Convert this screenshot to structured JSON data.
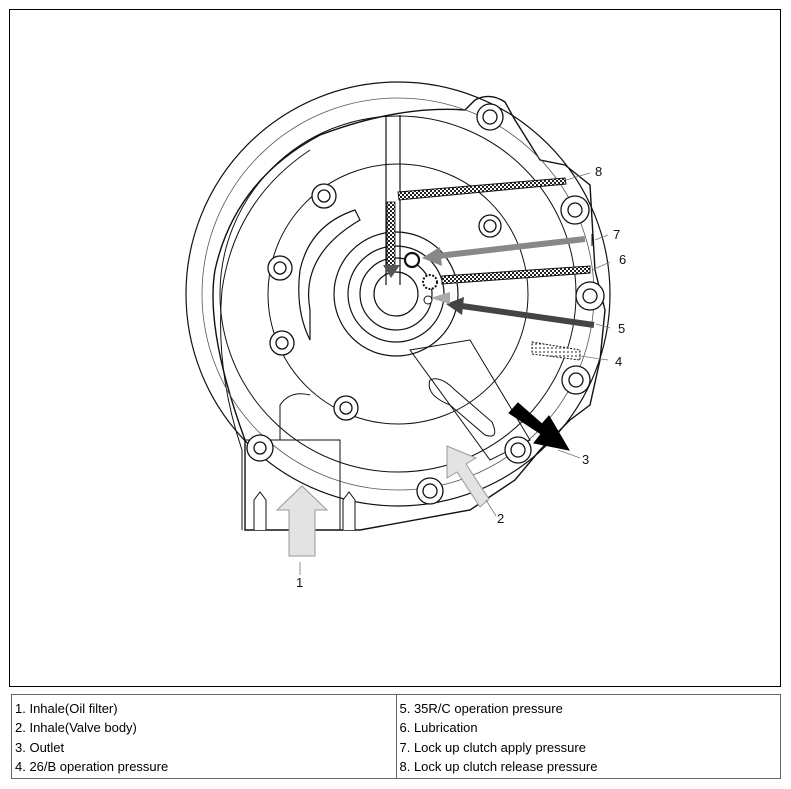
{
  "diagram": {
    "callouts": [
      "1",
      "2",
      "3",
      "4",
      "5",
      "6",
      "7",
      "8"
    ]
  },
  "legend": {
    "left": [
      "1. Inhale(Oil filter)",
      "2. Inhale(Valve body)",
      "3. Outlet",
      "4. 26/B operation pressure"
    ],
    "right": [
      "5. 35R/C operation pressure",
      "6. Lubrication",
      "7. Lock up clutch apply pressure",
      "8. Lock up clutch release pressure"
    ]
  }
}
